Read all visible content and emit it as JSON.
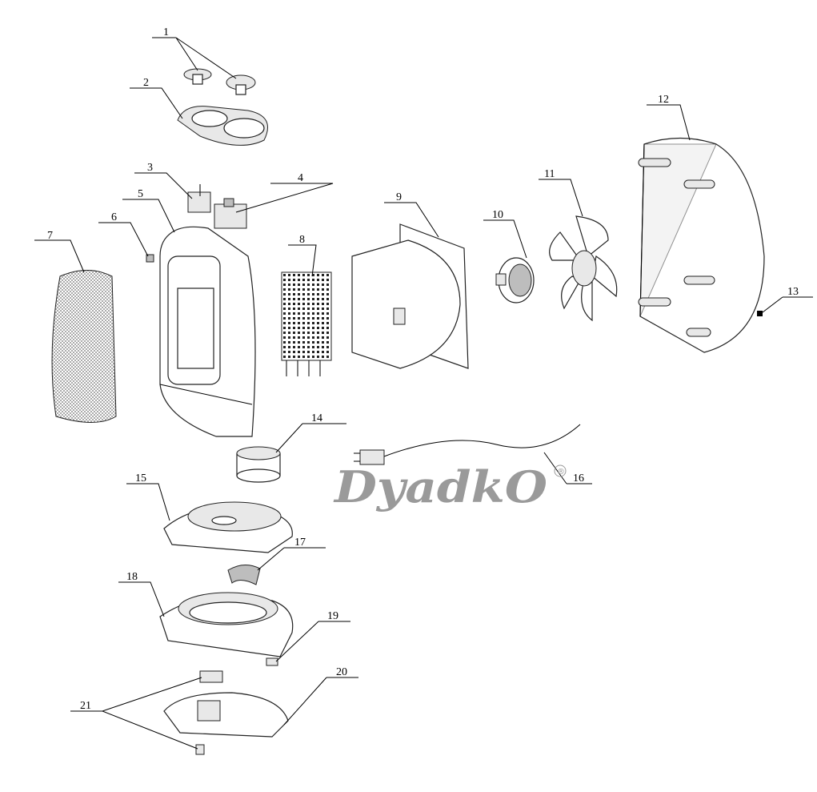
{
  "diagram": {
    "title": "Heater exploded parts view",
    "watermark": "DyadkO",
    "watermark_mark": "®",
    "labels": [
      "1",
      "2",
      "3",
      "4",
      "5",
      "6",
      "7",
      "8",
      "9",
      "10",
      "11",
      "12",
      "13",
      "14",
      "15",
      "16",
      "17",
      "18",
      "19",
      "20",
      "21"
    ]
  }
}
